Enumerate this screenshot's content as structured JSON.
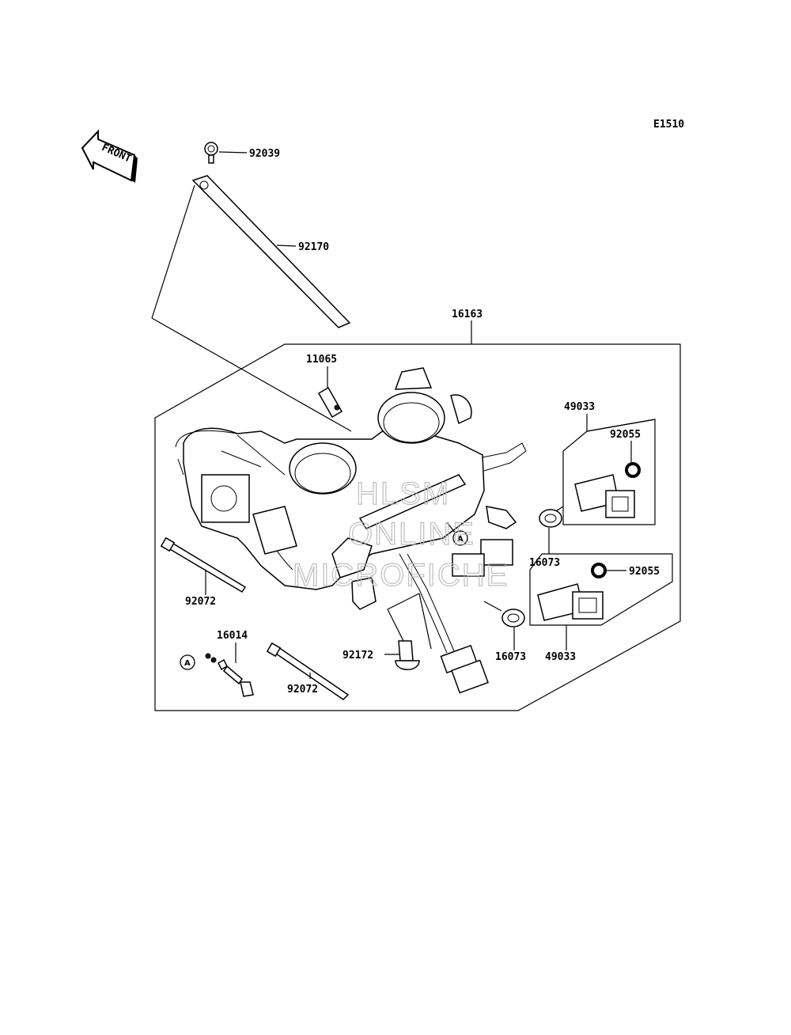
{
  "diagram": {
    "code": "E1510",
    "front_label": "FRONT",
    "callout_letter": "A",
    "parts": {
      "p92039": "92039",
      "p92170": "92170",
      "p16163": "16163",
      "p11065": "11065",
      "p49033_top": "49033",
      "p92055_top": "92055",
      "p16073_top": "16073",
      "p92055_bottom": "92055",
      "p16073_bottom": "16073",
      "p49033_bottom": "49033",
      "p92072_left": "92072",
      "p16014": "16014",
      "p92072_bottom": "92072",
      "p92172": "92172"
    },
    "watermark": [
      "HLSM",
      "ONLINE",
      "MICROFICHE"
    ]
  }
}
